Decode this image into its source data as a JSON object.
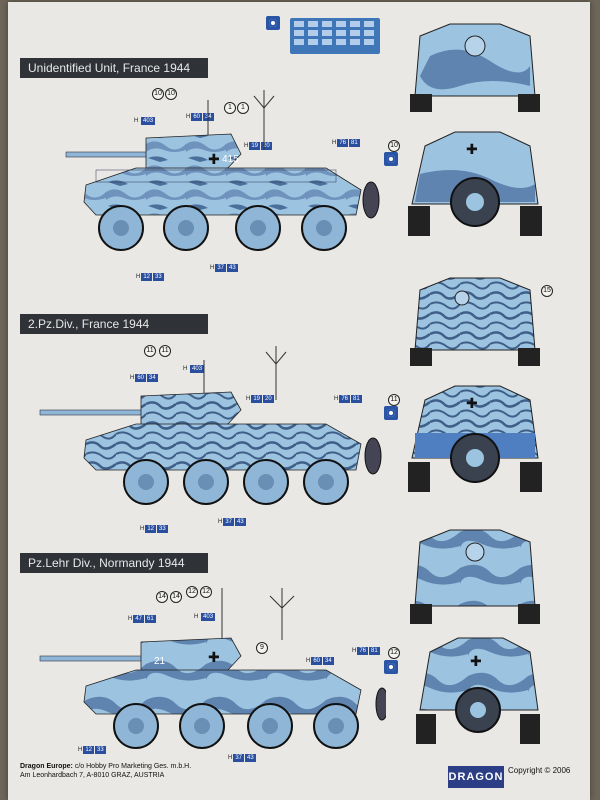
{
  "sections": [
    {
      "title": "Unidentified Unit, France 1944",
      "turret_number": "415",
      "callouts": [
        "10",
        "10",
        "1",
        "1"
      ],
      "codes": [
        {
          "h": "H",
          "a": "403",
          "b": ""
        },
        {
          "h": "H",
          "a": "60",
          "b": "34"
        },
        {
          "h": "H",
          "a": "19",
          "b": "20"
        },
        {
          "h": "H",
          "a": "76",
          "b": "81"
        },
        {
          "h": "H",
          "a": "37",
          "b": "43"
        },
        {
          "h": "H",
          "a": "12",
          "b": "33"
        }
      ],
      "front_callout": "10"
    },
    {
      "title": "2.Pz.Div., France 1944",
      "turret_number": "",
      "callouts": [
        "11",
        "11"
      ],
      "codes": [
        {
          "h": "H",
          "a": "60",
          "b": "34"
        },
        {
          "h": "H",
          "a": "403",
          "b": ""
        },
        {
          "h": "H",
          "a": "19",
          "b": "20"
        },
        {
          "h": "H",
          "a": "76",
          "b": "81"
        },
        {
          "h": "H",
          "a": "37",
          "b": "43"
        },
        {
          "h": "H",
          "a": "12",
          "b": "33"
        }
      ],
      "front_callout": "11",
      "rear_callout": "15"
    },
    {
      "title": "Pz.Lehr Div., Normandy 1944",
      "turret_number": "21",
      "callouts": [
        "14",
        "14",
        "12",
        "12",
        "9"
      ],
      "codes": [
        {
          "h": "H",
          "a": "47",
          "b": "61"
        },
        {
          "h": "H",
          "a": "403",
          "b": ""
        },
        {
          "h": "H",
          "a": "60",
          "b": "34"
        },
        {
          "h": "H",
          "a": "76",
          "b": "81"
        },
        {
          "h": "H",
          "a": "37",
          "b": "43"
        },
        {
          "h": "H",
          "a": "12",
          "b": "33"
        }
      ],
      "front_callout": "12"
    }
  ],
  "footer": {
    "company": "Dragon Europe:",
    "line1": "c/o Hobby Pro Marketing Ges. m.b.H.",
    "line2": "Am Leonhardbach 7, A-8010 GRAZ, AUSTRIA"
  },
  "brand": "DRAGON",
  "copyright": "Copyright © 2006",
  "colors": {
    "camo_light": "#9cc3e0",
    "camo_dark": "#4b6f9a",
    "camo_mid": "#6f93bc",
    "banner": "#2f3338",
    "hbox": "#2a4f9f"
  }
}
